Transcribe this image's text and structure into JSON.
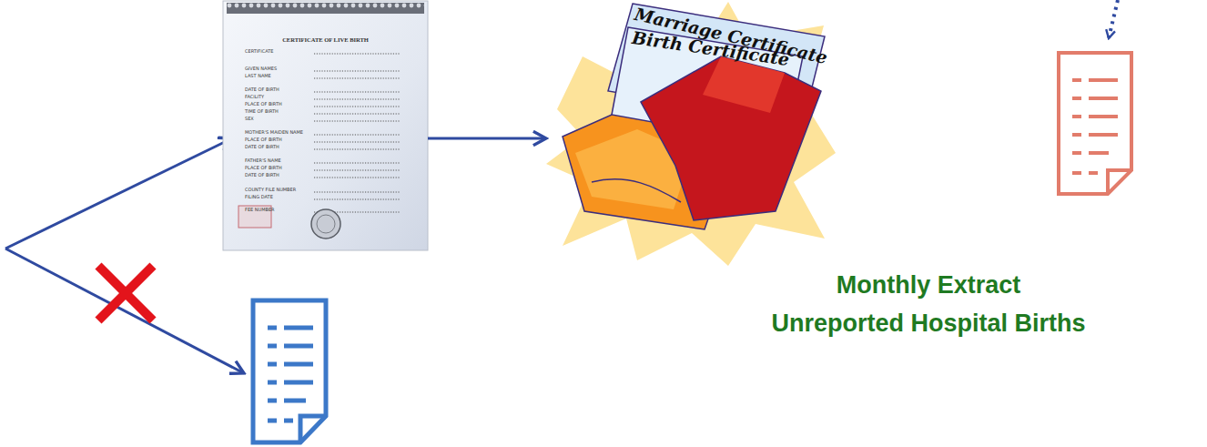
{
  "diagram": {
    "nodes": [
      {
        "text": [
          "CERTIFICATE OF LIVE BIRTH",
          "CERTIFICATE",
          "GIVEN NAMES",
          "LAST NAME",
          "DATE OF BIRTH",
          "FACILITY",
          "PLACE OF BIRTH",
          "TIME OF BIRTH",
          "SEX",
          "MOTHER'S MAIDEN NAME",
          "PLACE OF BIRTH",
          "DATE OF BIRTH",
          "FATHER'S NAME",
          "PLACE OF BIRTH",
          "DATE OF BIRTH",
          "COUNTY FILE NUMBER",
          "FILING DATE",
          "FEE NUMBER"
        ]
      },
      {
        "text": [
          "Marriage Certificate",
          "Birth Certificate"
        ]
      }
    ],
    "edges": [
      {
        "from": 0,
        "to": 1,
        "arrow": "to"
      }
    ],
    "labels": [
      "Monthly Extract",
      "Unreported Hospital Births"
    ]
  }
}
